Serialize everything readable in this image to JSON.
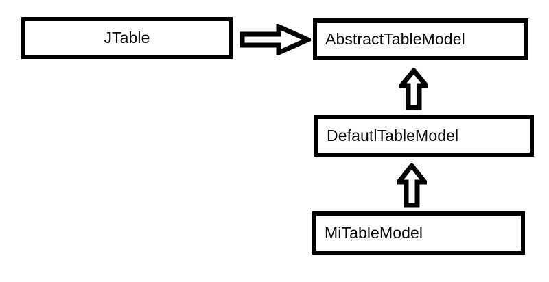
{
  "diagram": {
    "type": "class-hierarchy",
    "title": "",
    "background_color": "#ffffff",
    "box_border_color": "#000000",
    "box_fill_color": "#ffffff",
    "text_color": "#0a0a0a",
    "arrow_fill_color": "#ffffff",
    "arrow_stroke_color": "#000000",
    "nodes": [
      {
        "id": "jtable",
        "label": "JTable",
        "align": "center"
      },
      {
        "id": "abstract_table_model",
        "label": "AbstractTableModel",
        "align": "left"
      },
      {
        "id": "defautl_table_model",
        "label": "DefautlTableModel",
        "align": "left"
      },
      {
        "id": "mi_table_model",
        "label": "MiTableModel",
        "align": "left"
      }
    ],
    "arrows": [
      {
        "id": "jtable-to-abstract",
        "direction": "right",
        "from": "jtable",
        "to": "abstract_table_model",
        "style": "hollow-block-arrow"
      },
      {
        "id": "default-to-abstract",
        "direction": "up",
        "from": "defautl_table_model",
        "to": "abstract_table_model",
        "style": "hollow-block-arrow"
      },
      {
        "id": "mi-to-default",
        "direction": "up",
        "from": "mi_table_model",
        "to": "defautl_table_model",
        "style": "hollow-block-arrow"
      }
    ]
  }
}
